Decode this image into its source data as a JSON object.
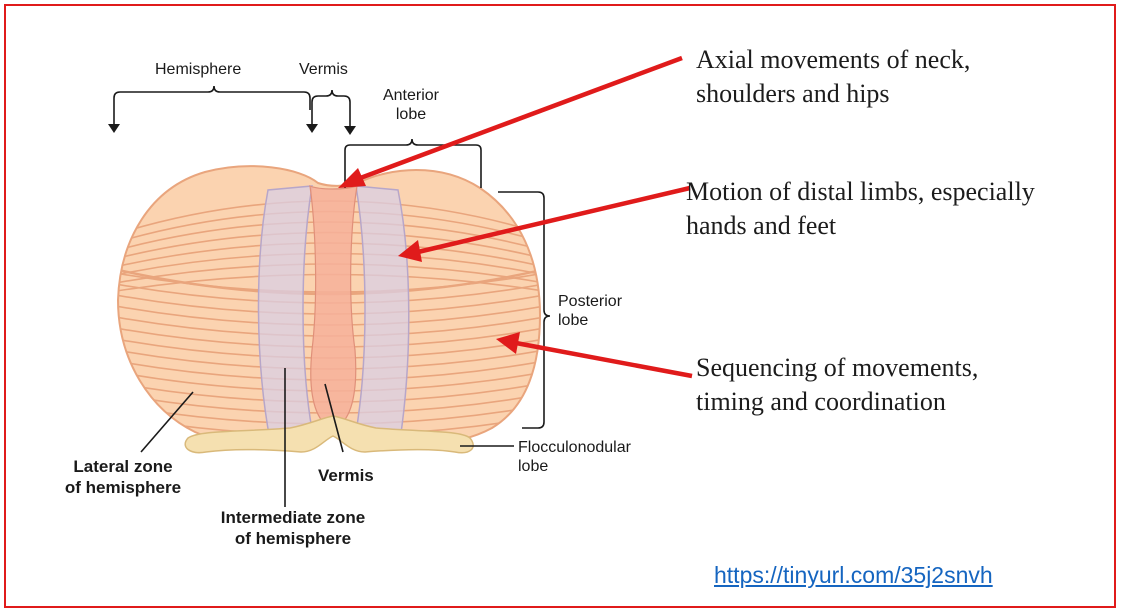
{
  "diagram": {
    "labels": {
      "hemisphere": "Hemisphere",
      "vermis_top": "Vermis",
      "anterior_lobe": [
        "Anterior",
        "lobe"
      ],
      "posterior_lobe": [
        "Posterior",
        "lobe"
      ],
      "flocculonodular_lobe": [
        "Flocculonodular",
        "lobe"
      ],
      "lateral_zone": [
        "Lateral zone",
        "of hemisphere"
      ],
      "vermis_bottom": "Vermis",
      "intermediate_zone": [
        "Intermediate zone",
        "of hemisphere"
      ]
    },
    "annotations": {
      "axial": [
        "Axial movements of neck,",
        "shoulders and hips"
      ],
      "distal": [
        "Motion of distal limbs, especially",
        "hands and feet"
      ],
      "sequencing": [
        "Sequencing of movements,",
        "timing and coordination"
      ]
    },
    "link": "https://tinyurl.com/35j2snvh",
    "colors": {
      "border": "#e01b1b",
      "arrow": "#e01b1b",
      "lobe_fill": "#fbd3b0",
      "fissure": "#e9a57d",
      "intermediate_zone": "#d9cfe4",
      "vermis": "#f6b09a",
      "flocculonodular": "#f5e0b0",
      "link": "#1565c0"
    }
  }
}
